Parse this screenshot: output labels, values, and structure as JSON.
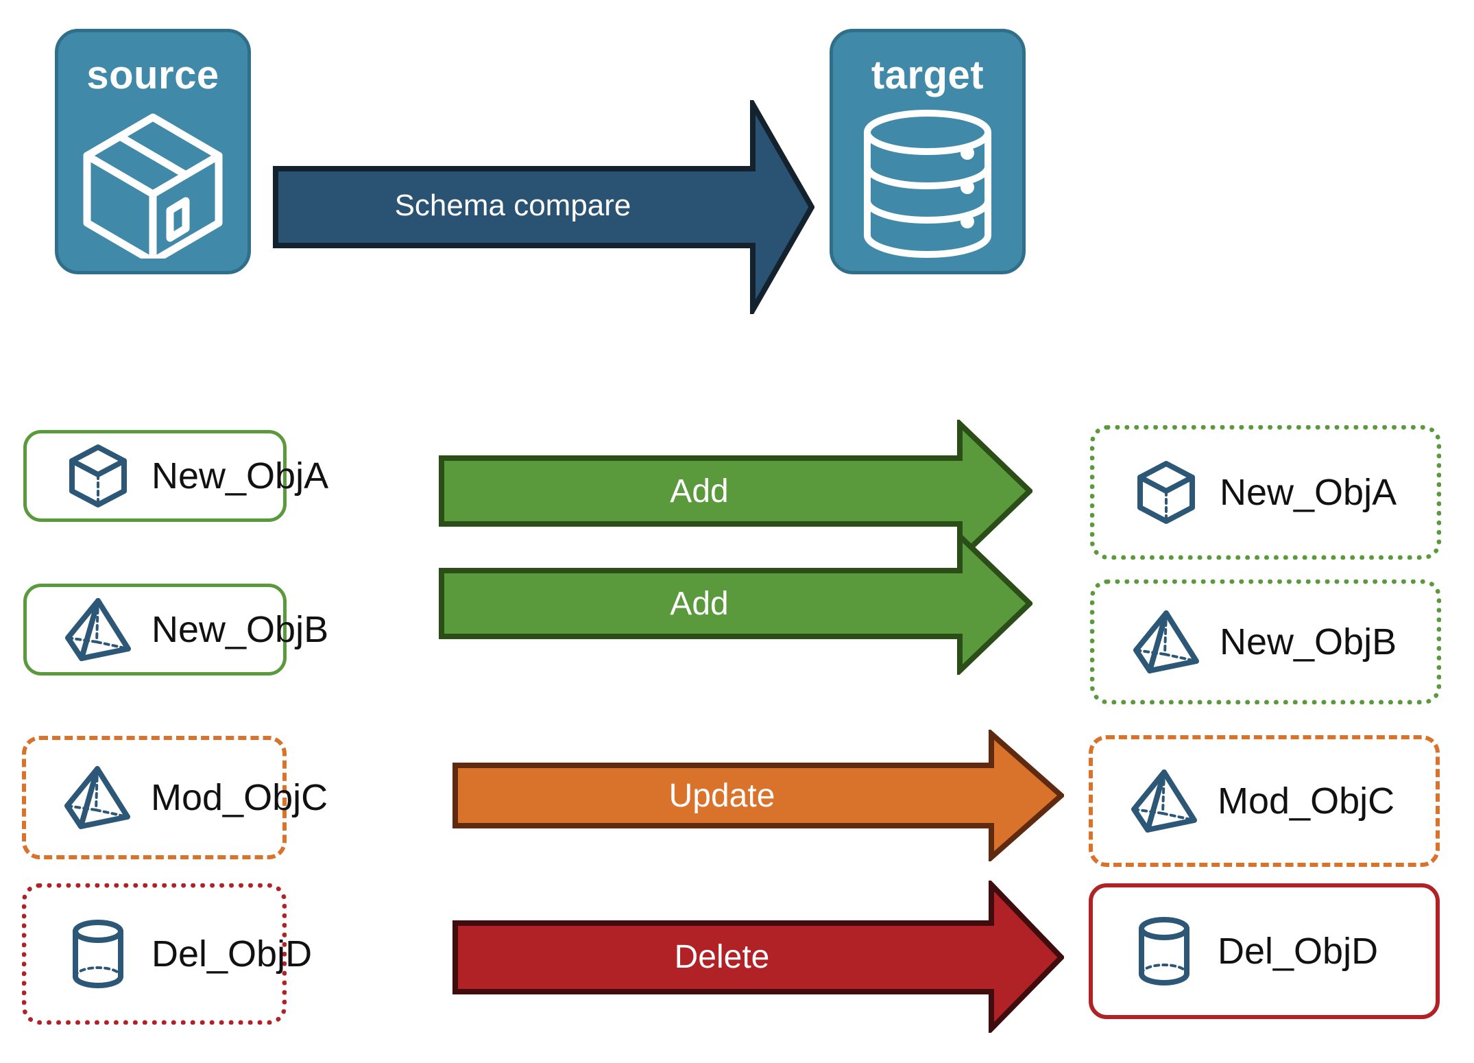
{
  "diagram": {
    "title_source": "source",
    "title_target": "target",
    "compare_arrow_label": "Schema compare",
    "colors": {
      "endpoint_fill": "#4189a8",
      "endpoint_border": "#2f6f8a",
      "compare_arrow_fill": "#2a5272",
      "compare_arrow_border": "#14222e",
      "add_fill": "#5a9a3c",
      "add_border": "#2b4d18",
      "update_fill": "#d9722a",
      "update_border": "#5e2a10",
      "delete_fill": "#b02225",
      "delete_border": "#3f0d0e",
      "object_icon": "#2c5777",
      "label_text": "#111111"
    },
    "icons": {
      "source": "package-box-icon",
      "target": "database-cylinder-icon"
    }
  },
  "rows": [
    {
      "action": "Add",
      "source": {
        "label": "New_ObjA",
        "icon": "cube-wireframe-icon",
        "border_style": "solid-green"
      },
      "target": {
        "label": "New_ObjA",
        "icon": "cube-wireframe-icon",
        "border_style": "dotted-green"
      }
    },
    {
      "action": "Add",
      "source": {
        "label": "New_ObjB",
        "icon": "pyramid-wireframe-icon",
        "border_style": "solid-green"
      },
      "target": {
        "label": "New_ObjB",
        "icon": "pyramid-wireframe-icon",
        "border_style": "dotted-green"
      }
    },
    {
      "action": "Update",
      "source": {
        "label": "Mod_ObjC",
        "icon": "pyramid-wireframe-icon",
        "border_style": "dashed-orange"
      },
      "target": {
        "label": "Mod_ObjC",
        "icon": "pyramid-wireframe-icon",
        "border_style": "dashed-orange"
      }
    },
    {
      "action": "Delete",
      "source": {
        "label": "Del_ObjD",
        "icon": "cylinder-wireframe-icon",
        "border_style": "dotted-red"
      },
      "target": {
        "label": "Del_ObjD",
        "icon": "cylinder-wireframe-icon",
        "border_style": "solid-red"
      }
    }
  ]
}
